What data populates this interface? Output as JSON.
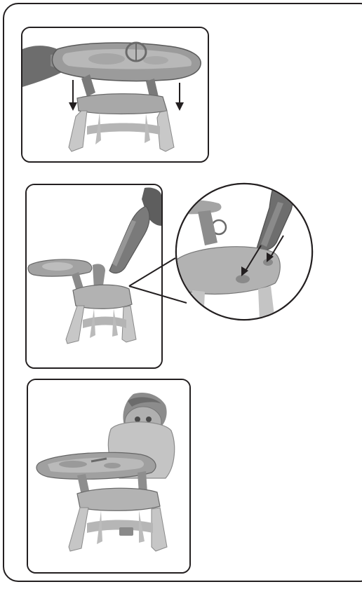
{
  "document": {
    "steps": [
      {
        "illustration": "tray-attaching-onto-chair-arms-photo",
        "arrows": "two-downward-arrows"
      },
      {
        "illustration": "backrest-inserting-into-seat-photo",
        "detail": "magnified-insertion-points-callout"
      },
      {
        "illustration": "assembled-chair-with-character-backrest-photo"
      }
    ]
  },
  "colors": {
    "frame_line": "#231f20",
    "photo_light": "#d2d2d2",
    "photo_mid": "#9a9a9a",
    "photo_dark": "#5a5a5a",
    "background": "#ffffff"
  }
}
